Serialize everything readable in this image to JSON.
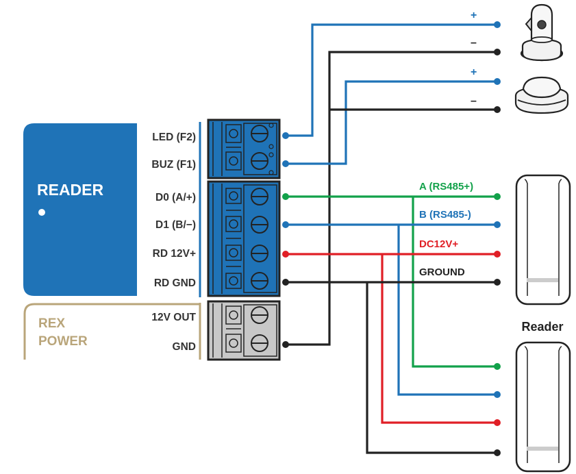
{
  "colors": {
    "reader_block": "#1f73b7",
    "rex_block": "#b9a57a",
    "terminal_blue": "#1f73b7",
    "terminal_gray": "#c8c8c8",
    "wire_blue": "#1f73b7",
    "wire_black": "#222222",
    "wire_green": "#12a14a",
    "wire_red": "#e01f26"
  },
  "reader_block": {
    "title": "READER",
    "terminals": [
      "LED (F2)",
      "BUZ (F1)",
      "D0 (A/+)",
      "D1 (B/−)",
      "RD 12V+",
      "RD GND"
    ]
  },
  "rex_block": {
    "title_line1": "REX",
    "title_line2": "POWER",
    "terminals": [
      "12V OUT",
      "GND"
    ]
  },
  "led_device": {
    "plus": "+",
    "minus": "–",
    "icon": "led-lamp-icon"
  },
  "buzzer_device": {
    "plus": "+",
    "minus": "–",
    "icon": "buzzer-icon"
  },
  "wire_labels": {
    "a": "A (RS485+)",
    "b": "B (RS485-)",
    "dc": "DC12V+",
    "gnd": "GROUND"
  },
  "reader_caption": "Reader",
  "card_reader_icon": "card-reader-icon"
}
